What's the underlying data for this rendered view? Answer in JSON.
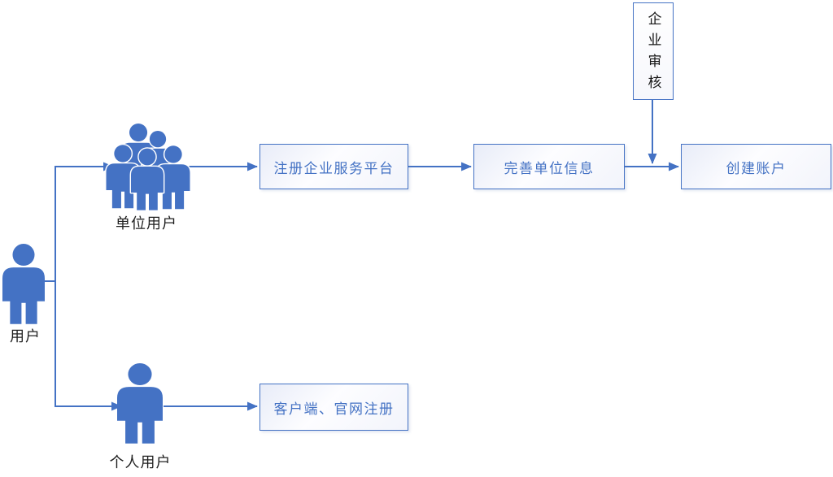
{
  "diagram": {
    "type": "flowchart",
    "colors": {
      "accent": "#4472C4",
      "box_text": "#4472C4",
      "label_text": "#1f1f1f",
      "box_fill": "#f4f6fb",
      "background": "#ffffff"
    },
    "nodes": {
      "user": "用户",
      "unit_user": "单位用户",
      "individual_user": "个人用户",
      "register_platform": "注册企业服务平台",
      "complete_unit_info": "完善单位信息",
      "create_account": "创建账户",
      "client_website_register": "客户端、官网注册",
      "enterprise_review": "企业审核"
    },
    "edges": [
      {
        "from": "user",
        "to": "unit_user"
      },
      {
        "from": "user",
        "to": "individual_user"
      },
      {
        "from": "unit_user",
        "to": "register_platform"
      },
      {
        "from": "register_platform",
        "to": "complete_unit_info"
      },
      {
        "from": "complete_unit_info",
        "to": "create_account"
      },
      {
        "from": "enterprise_review",
        "to": "complete_unit_info->create_account"
      },
      {
        "from": "individual_user",
        "to": "client_website_register"
      }
    ]
  }
}
